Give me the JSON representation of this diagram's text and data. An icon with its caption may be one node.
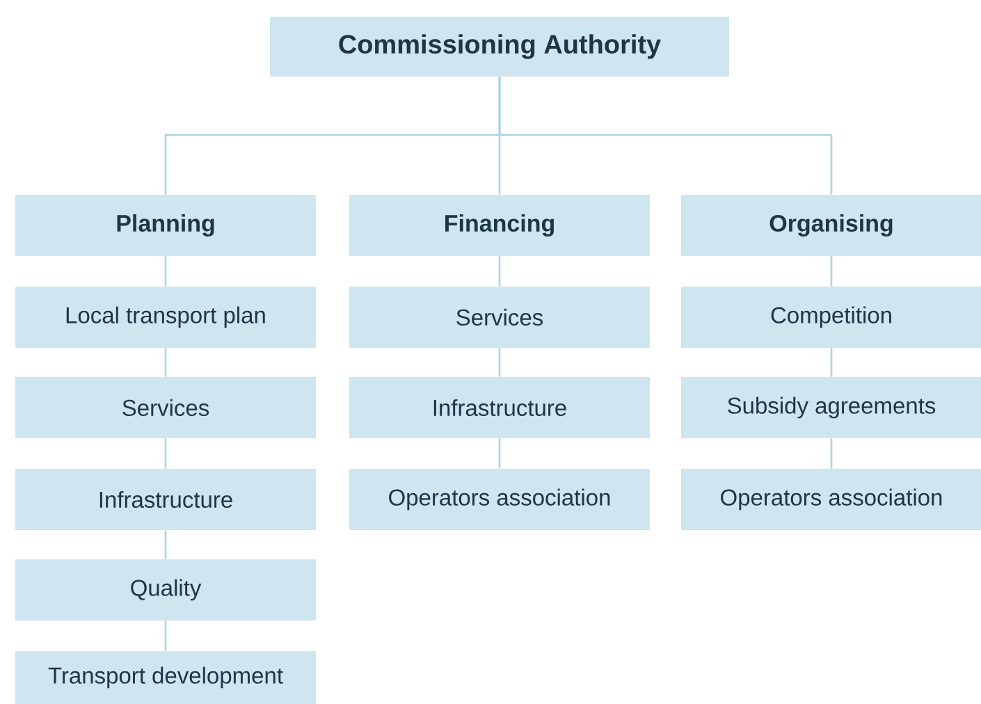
{
  "diagram": {
    "nodes": [
      {
        "text": [
          "Commissioning Authority"
        ]
      },
      {
        "text": [
          "Planning"
        ]
      },
      {
        "text": [
          "Financing"
        ]
      },
      {
        "text": [
          "Organising"
        ]
      },
      {
        "text": [
          "Local transport plan"
        ]
      },
      {
        "text": [
          "Services"
        ]
      },
      {
        "text": [
          "Competition"
        ]
      },
      {
        "text": [
          "Services"
        ]
      },
      {
        "text": [
          "Infrastructure"
        ]
      },
      {
        "text": [
          "Subsidy agreements"
        ]
      },
      {
        "text": [
          "Infrastructure"
        ]
      },
      {
        "text": [
          "Operators association"
        ]
      },
      {
        "text": [
          "Operators association"
        ]
      },
      {
        "text": [
          "Quality"
        ]
      },
      {
        "text": [
          "Transport development"
        ]
      }
    ],
    "edges": [
      {
        "from": 0,
        "to": 1,
        "arrow": "none"
      },
      {
        "from": 0,
        "to": 2,
        "arrow": "none"
      },
      {
        "from": 0,
        "to": 3,
        "arrow": "none"
      },
      {
        "from": 1,
        "to": 4,
        "arrow": "none"
      },
      {
        "from": 4,
        "to": 7,
        "arrow": "none"
      },
      {
        "from": 7,
        "to": 10,
        "arrow": "none"
      },
      {
        "from": 10,
        "to": 13,
        "arrow": "none"
      },
      {
        "from": 13,
        "to": 14,
        "arrow": "none"
      },
      {
        "from": 2,
        "to": 5,
        "arrow": "none"
      },
      {
        "from": 5,
        "to": 8,
        "arrow": "none"
      },
      {
        "from": 8,
        "to": 11,
        "arrow": "none"
      },
      {
        "from": 3,
        "to": 6,
        "arrow": "none"
      },
      {
        "from": 6,
        "to": 9,
        "arrow": "none"
      },
      {
        "from": 9,
        "to": 12,
        "arrow": "none"
      }
    ]
  }
}
